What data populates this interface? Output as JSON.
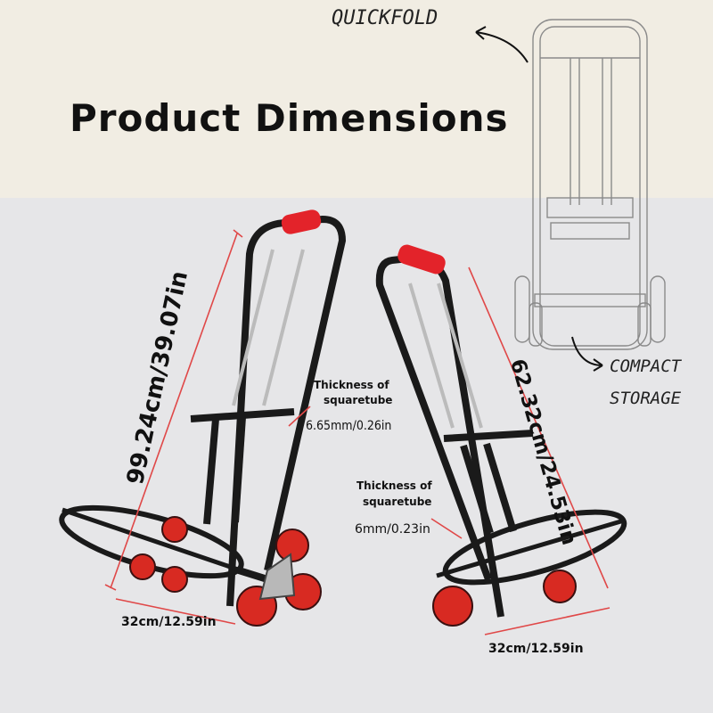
{
  "title": "Product Dimensions",
  "notes": {
    "quickfold": "QUICKFOLD",
    "compact_line1": "COMPACT",
    "compact_line2": "STORAGE"
  },
  "left_cart": {
    "height": "99.24cm/39.07in",
    "width": "32cm/12.59in",
    "tube_label_line1": "Thickness of",
    "tube_label_line2": "squaretube",
    "tube_value": "6.65mm/0.26in"
  },
  "right_cart": {
    "height": "62.32cm/24.53in",
    "width": "32cm/12.59in",
    "tube_label_line1": "Thickness of",
    "tube_label_line2": "squaretube",
    "tube_value": "6mm/0.23in"
  },
  "colors": {
    "frame": "#1a1a1a",
    "handle": "#e3232a",
    "wheel": "#d82a22",
    "dim_line": "#e04848"
  }
}
